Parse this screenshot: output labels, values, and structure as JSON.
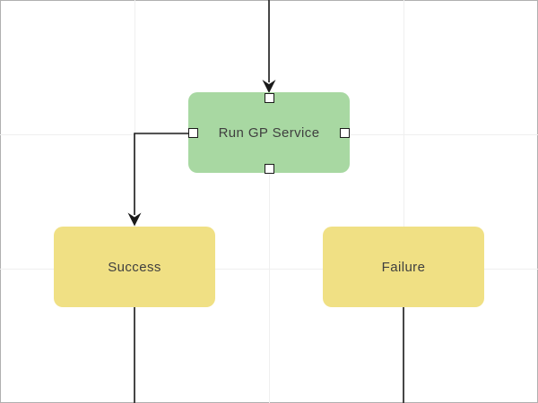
{
  "diagram": {
    "nodes": [
      {
        "id": "run-gp-service",
        "label": "Run GP Service",
        "fill": "#a8d8a2",
        "shape": "rounded-rectangle"
      },
      {
        "id": "success",
        "label": "Success",
        "fill": "#f0e084",
        "shape": "rounded-rectangle"
      },
      {
        "id": "failure",
        "label": "Failure",
        "fill": "#f0e084",
        "shape": "rounded-rectangle"
      }
    ],
    "connectors": [
      {
        "id": "edge-top-into-run-gp-service",
        "from": "offscreen-top",
        "to": "run-gp-service",
        "arrow": true
      },
      {
        "id": "edge-run-gp-service-to-success",
        "from": "run-gp-service",
        "to": "success",
        "arrow": true
      },
      {
        "id": "edge-success-down",
        "from": "success",
        "to": "offscreen-bottom",
        "arrow": false
      },
      {
        "id": "edge-failure-down",
        "from": "failure",
        "to": "offscreen-bottom",
        "arrow": false
      }
    ],
    "ports": [
      "top",
      "bottom",
      "left",
      "right"
    ],
    "colors": {
      "node_green": "#a8d8a2",
      "node_yellow": "#f0e084",
      "connector": "#1a1a1a",
      "grid": "#efefef",
      "canvas_border": "#b0b0b0",
      "text": "#3f3f3f",
      "port_fill": "#ffffff",
      "port_border": "#1a1a1a"
    }
  }
}
